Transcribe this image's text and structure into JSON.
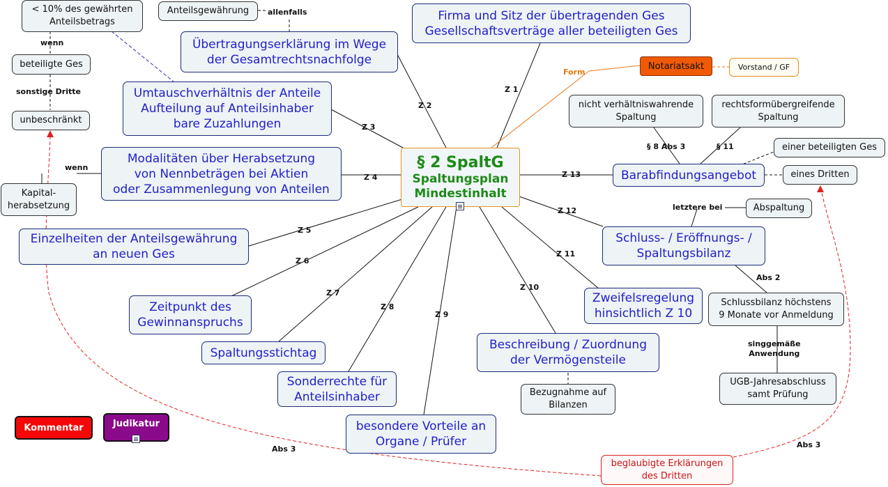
{
  "center": {
    "title": "§ 2 SpaltG",
    "line2": "Spaltungsplan",
    "line3": "Mindestinhalt"
  },
  "nodes": {
    "firma": "Firma und Sitz der übertragenden Ges\nGesellschaftsverträge aller beteiligten Ges",
    "uebertragung": "Übertragungserklärung im Wege\nder Gesamtrechtsnachfolge",
    "anteilsgewaehrung": "Anteilsgewährung",
    "umtausch": "Umtauschverhältnis der Anteile\nAufteilung auf Anteilsinhaber\nbare Zuzahlungen",
    "modalitaeten": "Modalitäten über Herabsetzung\nvon Nennbeträgen bei Aktien\noder Zusammenlegung von Anteilen",
    "einzelheiten": "Einzelheiten der Anteilsgewährung\nan neuen Ges",
    "zeitpunkt": "Zeitpunkt des\nGewinnanspruchs",
    "stichtag": "Spaltungsstichtag",
    "sonderrechte": "Sonderrechte für\nAnteilsinhaber",
    "vorteile": "besondere Vorteile an\nOrgane / Prüfer",
    "beschreibung": "Beschreibung / Zuordnung\nder Vermögensteile",
    "bezugnahme": "Bezugnahme auf\nBilanzen",
    "zweifel": "Zweifelsregelung\nhinsichtlich Z 10",
    "bilanz": "Schluss- / Eröffnungs- /\nSpaltungsbilanz",
    "abspaltung": "Abspaltung",
    "schlussbilanz": "Schlussbilanz höchstens\n9 Monate vor Anmeldung",
    "ugb": "UGB-Jahresabschluss\nsamt Prüfung",
    "barabfindung": "Barabfindungsangebot",
    "nicht_verhaeltnis": "nicht verhältniswahrende\nSpaltung",
    "rechtsform": "rechtsformübergreifende\nSpaltung",
    "einer_beteiligten": "einer beteiligten Ges",
    "eines_dritten": "eines Dritten",
    "notariatsakt": "Notariatsakt",
    "vorstand": "Vorstand / GF",
    "zehn_prozent": "< 10% des gewährten\nAnteilsbetrags",
    "beteiligte_ges": "beteiligte Ges",
    "unbeschraenkt": "unbeschränkt",
    "kapital": "Kapital-\nherabsetzung",
    "beglaubigte": "beglaubigte Erklärungen\ndes Dritten",
    "kommentar": "Kommentar",
    "judikatur": "Judikatur"
  },
  "labels": {
    "z1": "Z 1",
    "z2": "Z 2",
    "z3": "Z 3",
    "z4": "Z 4",
    "z5": "Z 5",
    "z6": "Z 6",
    "z7": "Z 7",
    "z8": "Z 8",
    "z9": "Z 9",
    "z10": "Z 10",
    "z11": "Z 11",
    "z12": "Z 12",
    "z13": "Z 13",
    "form": "Form",
    "allenfalls": "allenfalls",
    "wenn_top": "wenn",
    "sonstige": "sonstige Dritte",
    "wenn_mid": "wenn",
    "p8": "§ 8 Abs 3",
    "p11": "§ 11",
    "letztere": "letztere bei",
    "abs2": "Abs 2",
    "singgemaess": "singgemäße\nAnwendung",
    "abs3_left": "Abs 3",
    "abs3_right": "Abs 3"
  },
  "colors": {
    "center_text": "#1d8a18",
    "node_text": "#1f1fc8",
    "form_line": "#e87a1a",
    "red_dashed": "#e02020",
    "notariat": "#f05a05",
    "judikatur": "#8b0a8b",
    "kommentar": "#f50707"
  }
}
